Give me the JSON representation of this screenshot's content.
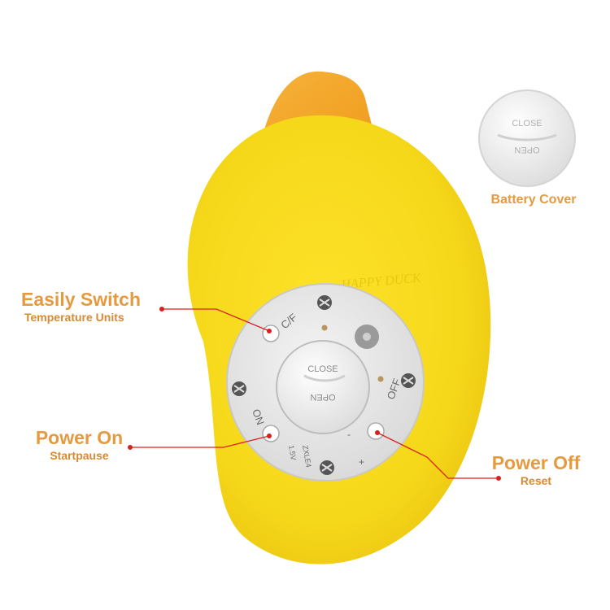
{
  "colors": {
    "label_orange": "#e59a3f",
    "label_orange_dark": "#d98a2f",
    "callout_red": "#d9201f",
    "duck_yellow": "#f9e21c",
    "beak_orange": "#f5a623",
    "panel_gray": "#e9e9e9"
  },
  "callouts": {
    "switch": {
      "title": "Easily Switch",
      "subtitle": "Temperature Units"
    },
    "power_on": {
      "title": "Power On",
      "subtitle": "Startpause"
    },
    "power_off": {
      "title": "Power Off",
      "subtitle": "Reset"
    }
  },
  "battery_cover": {
    "label": "Battery Cover",
    "close_text": "CLOSE",
    "open_text": "OPEN"
  },
  "panel": {
    "cf_label": "C/F",
    "on_label": "ON",
    "off_label": "OFF",
    "cover_close": "CLOSE",
    "cover_open": "OPEN",
    "model": "ZXLE4",
    "voltage": "1.5V",
    "minus": "-",
    "plus": "+"
  }
}
